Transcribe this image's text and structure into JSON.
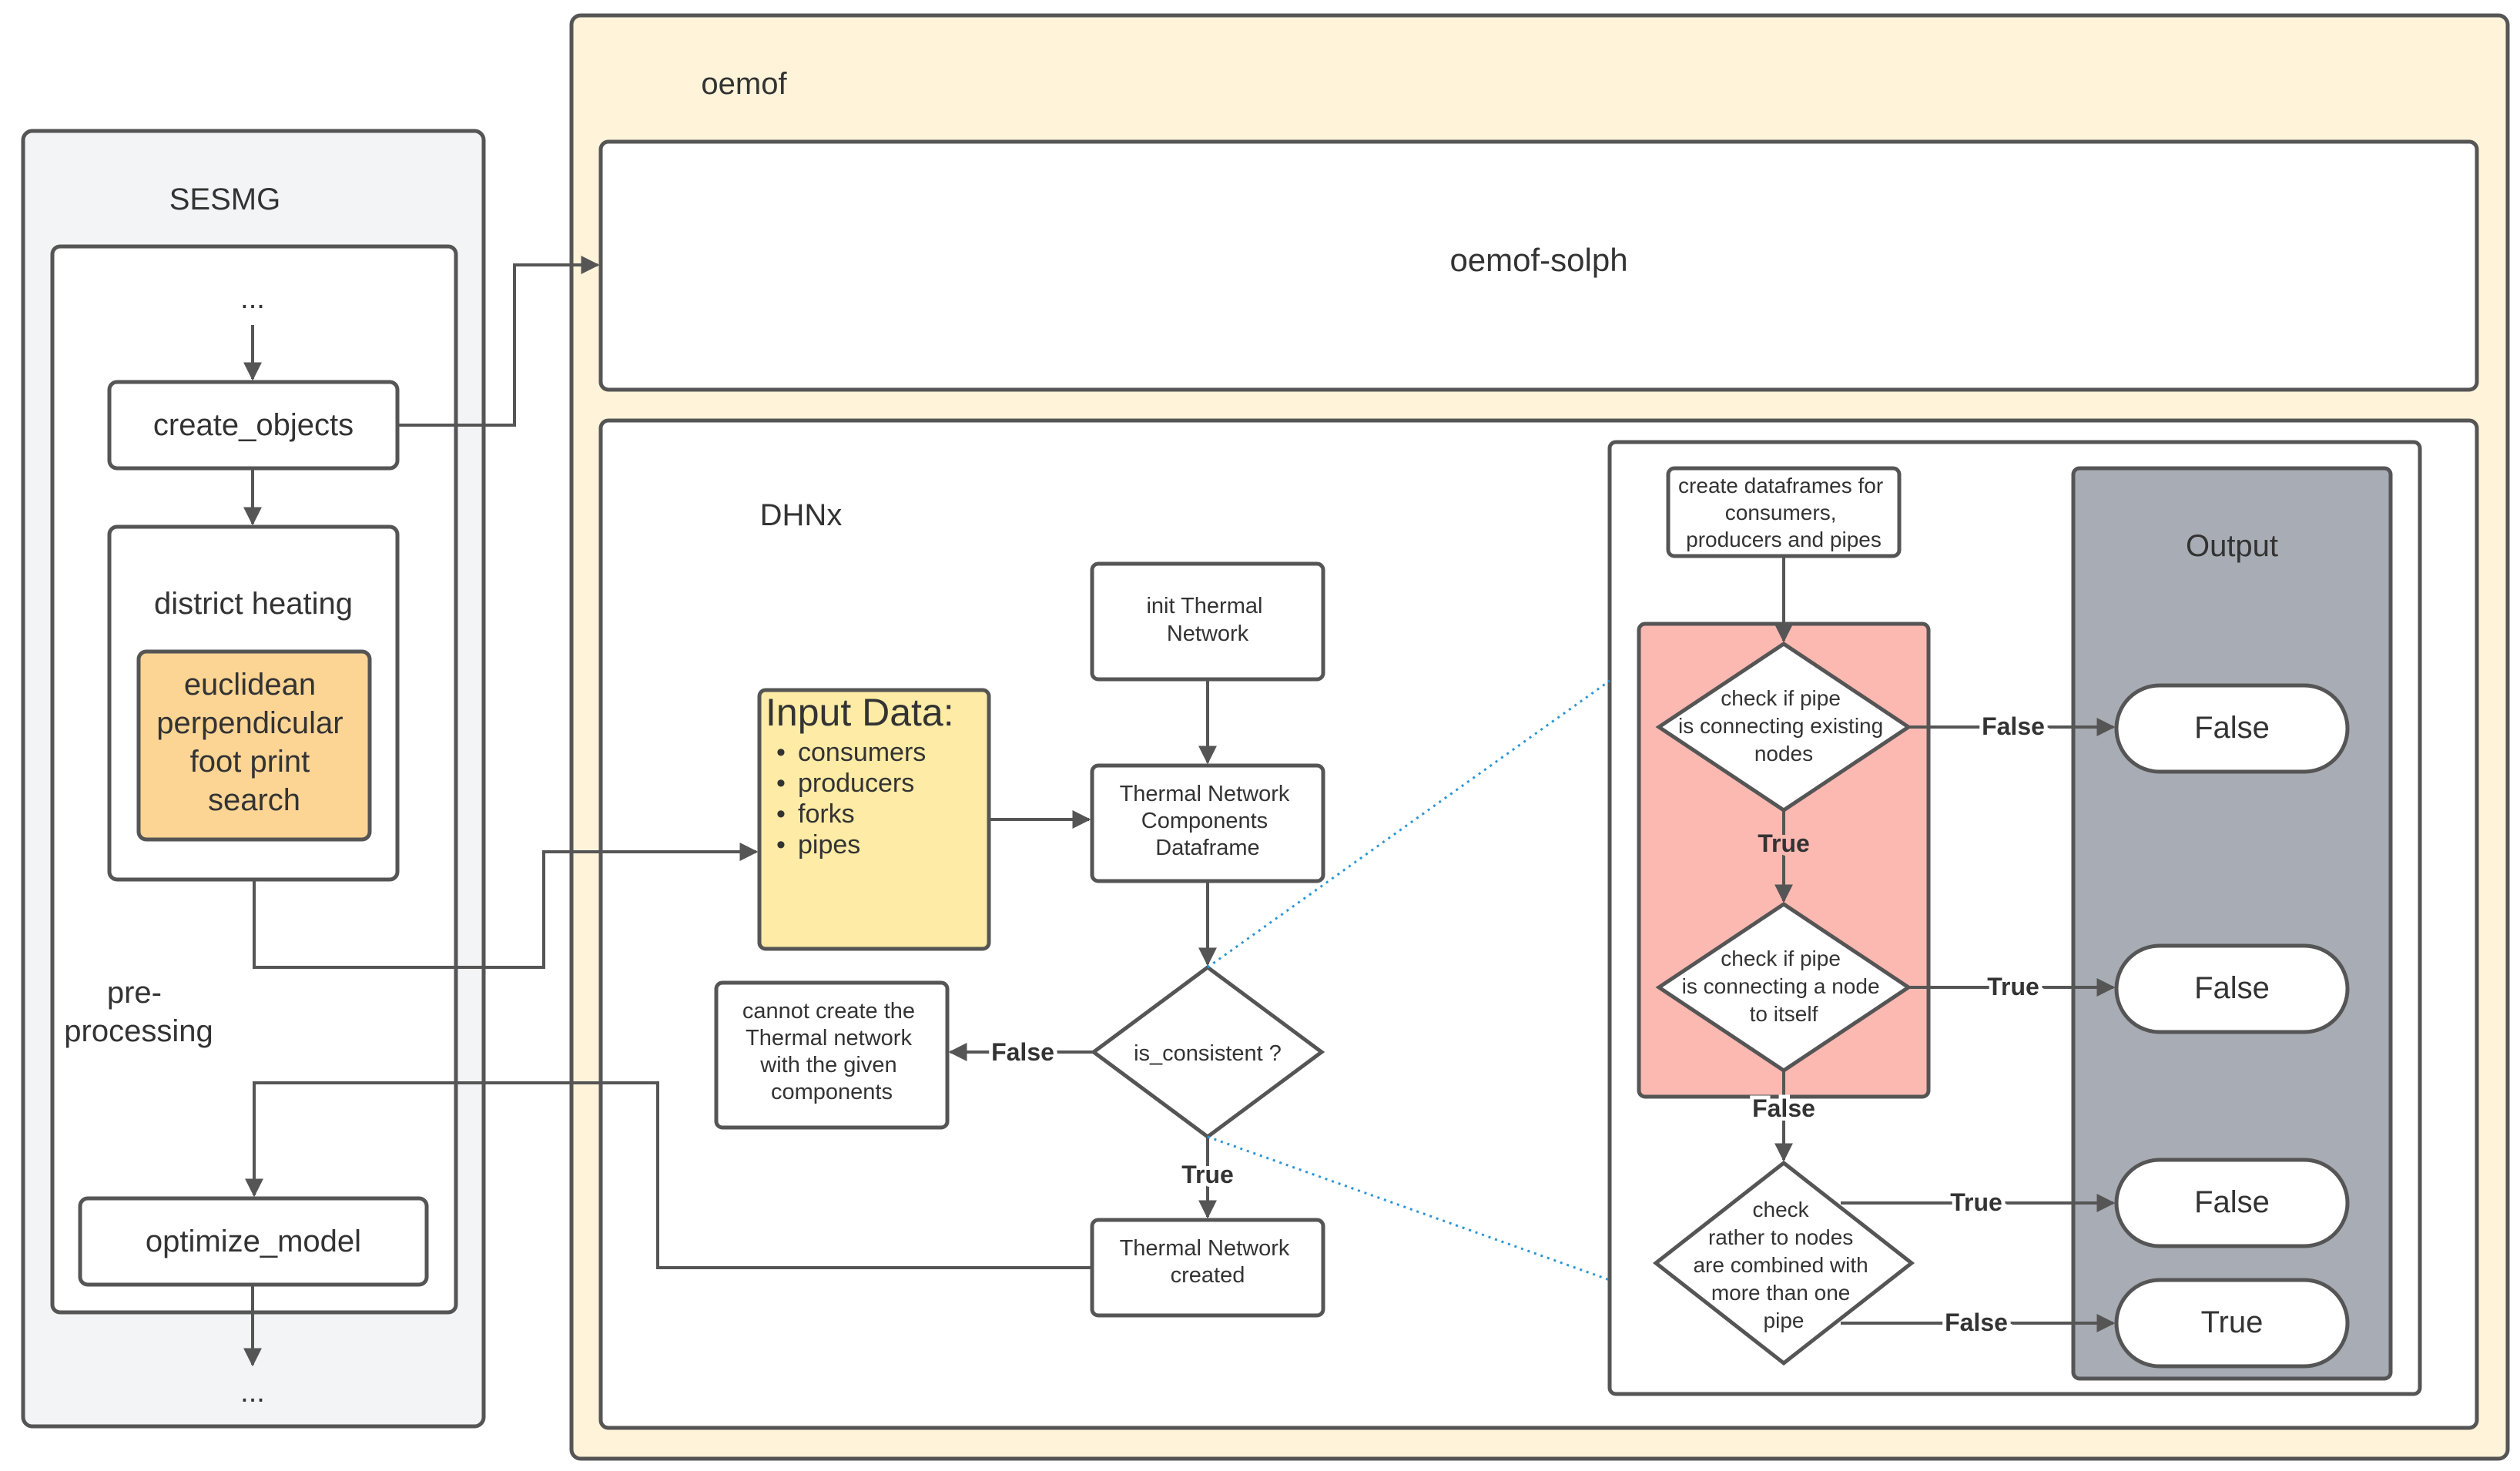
{
  "sesmg": {
    "title": "SESMG",
    "top_ellipsis": "...",
    "bottom_ellipsis": "...",
    "create_objects": "create_objects",
    "district_heating": "district heating",
    "euclidean_lines": [
      "euclidean",
      "perpendicular",
      "foot print",
      "search"
    ],
    "preprocessing_lines": [
      "pre-",
      "processing"
    ],
    "optimize_model": "optimize_model"
  },
  "oemof": {
    "title": "oemof",
    "solph": "oemof-solph"
  },
  "dhnx": {
    "title": "DHNx",
    "input_title": "Input Data:",
    "input_items": [
      "consumers",
      "producers",
      "forks",
      "pipes"
    ],
    "init_lines": [
      "init Thermal",
      "Network"
    ],
    "components_lines": [
      "Thermal Network",
      "Components",
      "Dataframe"
    ],
    "consistent": "is_consistent ?",
    "cannot_lines": [
      "cannot create the",
      "Thermal network",
      "with the given",
      "components"
    ],
    "created_lines": [
      "Thermal Network",
      "created"
    ],
    "false_label": "False",
    "true_label": "True"
  },
  "checks": {
    "create_df_lines": [
      "create dataframes for",
      "consumers,",
      "producers and pipes"
    ],
    "check1_lines": [
      "check if pipe",
      "is connecting existing",
      "nodes"
    ],
    "check2_lines": [
      "check if pipe",
      "is connecting a node",
      "to itself"
    ],
    "check3_lines": [
      "check",
      "rather to nodes",
      "are combined with",
      "more than one",
      "pipe"
    ],
    "edge_false_1": "False",
    "edge_true_1": "True",
    "edge_true_2": "True",
    "edge_false_2": "False",
    "edge_true_3": "True",
    "edge_false_3": "False"
  },
  "output": {
    "title": "Output",
    "results": [
      "False",
      "False",
      "False",
      "True"
    ]
  },
  "colors": {
    "sesmg_bg": "#f3f4f6",
    "oemof_bg": "#fff3d9",
    "euclidean_fill": "#fcd595",
    "input_fill": "#fdeba6",
    "check_group_fill": "#fbb9b2",
    "output_bg": "#a8acb4",
    "dotted_line": "#2a95d6"
  }
}
